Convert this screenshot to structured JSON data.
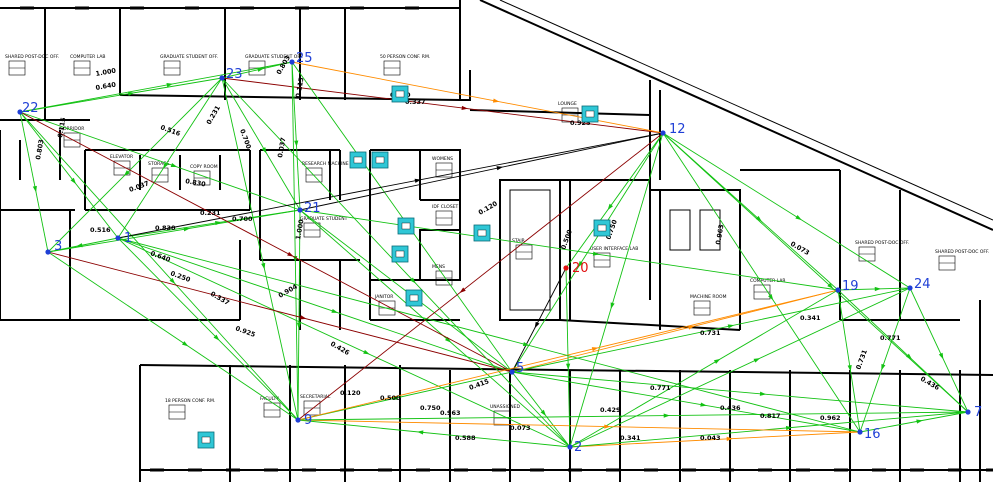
{
  "colors": {
    "background": "#ffffff",
    "wall": "#000000",
    "node": "#1f3fd6",
    "node_highlight": "#e01010",
    "edge_strong": "#13c213",
    "edge_medium": "#ff8c00",
    "edge_weak": "#8b0000",
    "edge_dark": "#000000",
    "ap_fill": "#2fc7d6"
  },
  "nodes": [
    {
      "id": "1",
      "label": "1"
    },
    {
      "id": "2",
      "label": "2"
    },
    {
      "id": "3",
      "label": "3"
    },
    {
      "id": "5",
      "label": "5"
    },
    {
      "id": "7",
      "label": "7"
    },
    {
      "id": "9",
      "label": "9"
    },
    {
      "id": "12",
      "label": "12"
    },
    {
      "id": "16",
      "label": "16"
    },
    {
      "id": "19",
      "label": "19"
    },
    {
      "id": "20",
      "label": "20"
    },
    {
      "id": "21",
      "label": "21"
    },
    {
      "id": "22",
      "label": "22"
    },
    {
      "id": "23",
      "label": "23"
    },
    {
      "id": "24",
      "label": "24"
    },
    {
      "id": "25",
      "label": "25"
    }
  ],
  "edge_labels": [
    "1.000",
    "0.640",
    "0.250",
    "0.337",
    "0.925",
    "0.803",
    "0.115",
    "0.037",
    "0.516",
    "0.830",
    "0.700",
    "0.231",
    "0.120",
    "0.500",
    "0.750",
    "0.963",
    "0.073",
    "0.341",
    "0.731",
    "0.771",
    "0.436",
    "0.043",
    "0.429",
    "0.817",
    "0.962",
    "0.588",
    "0.415",
    "0.426",
    "0.904"
  ],
  "rooms": [
    "SHARED POST-DOC OFF.",
    "COMPUTER LAB",
    "GRADUATE STUDENT OFF.",
    "GRADUATE STUDENT OFF.",
    "50 PERSON CONF. RM.",
    "LOUNGE",
    "CORRIDOR",
    "ELEVATOR",
    "STORAGE",
    "COPY ROOM",
    "RESEARCH MACHINE ROOM",
    "WOMENS",
    "STAIR",
    "USER INTERFACE LAB",
    "MACHINE ROOM",
    "COMPUTER LAB",
    "SHARED POST-DOC OFF.",
    "SHARED POST-DOC OFF.",
    "FACULTY",
    "SECRETARIAL",
    "UNASSIGNED",
    "JANITOR",
    "18 PERSON CONF. RM.",
    "IDF CLOSET",
    "MENS",
    "GRADUATE STUDENT"
  ]
}
